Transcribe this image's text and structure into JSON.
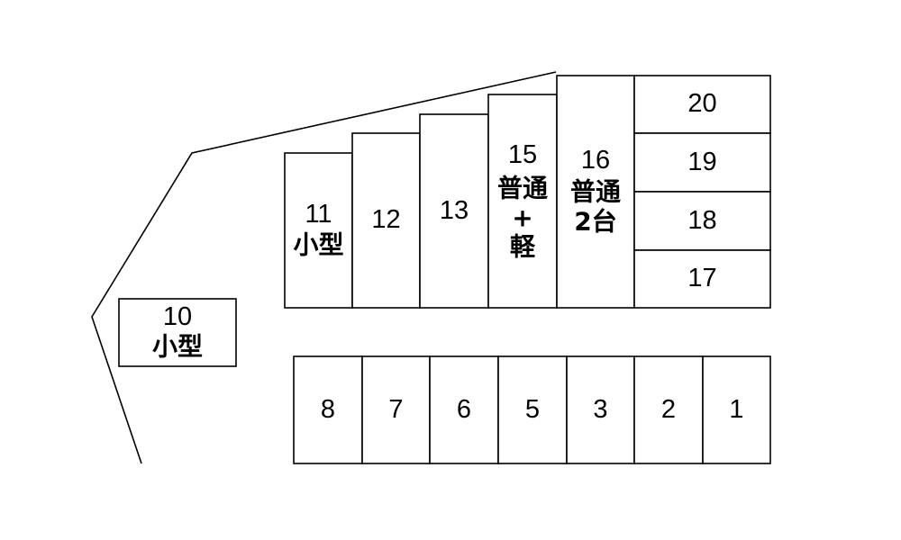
{
  "stalls": [
    {
      "number": "10",
      "lines": [
        "小型"
      ]
    },
    {
      "number": "11",
      "lines": [
        "小型"
      ]
    },
    {
      "number": "12",
      "lines": []
    },
    {
      "number": "13",
      "lines": []
    },
    {
      "number": "15",
      "lines": [
        "普通",
        "+",
        "軽"
      ]
    },
    {
      "number": "16",
      "lines": [
        "普通",
        "2台"
      ]
    },
    {
      "number": "20",
      "lines": []
    },
    {
      "number": "19",
      "lines": []
    },
    {
      "number": "18",
      "lines": []
    },
    {
      "number": "17",
      "lines": []
    },
    {
      "number": "8",
      "lines": []
    },
    {
      "number": "7",
      "lines": []
    },
    {
      "number": "6",
      "lines": []
    },
    {
      "number": "5",
      "lines": []
    },
    {
      "number": "3",
      "lines": []
    },
    {
      "number": "2",
      "lines": []
    },
    {
      "number": "1",
      "lines": []
    }
  ]
}
